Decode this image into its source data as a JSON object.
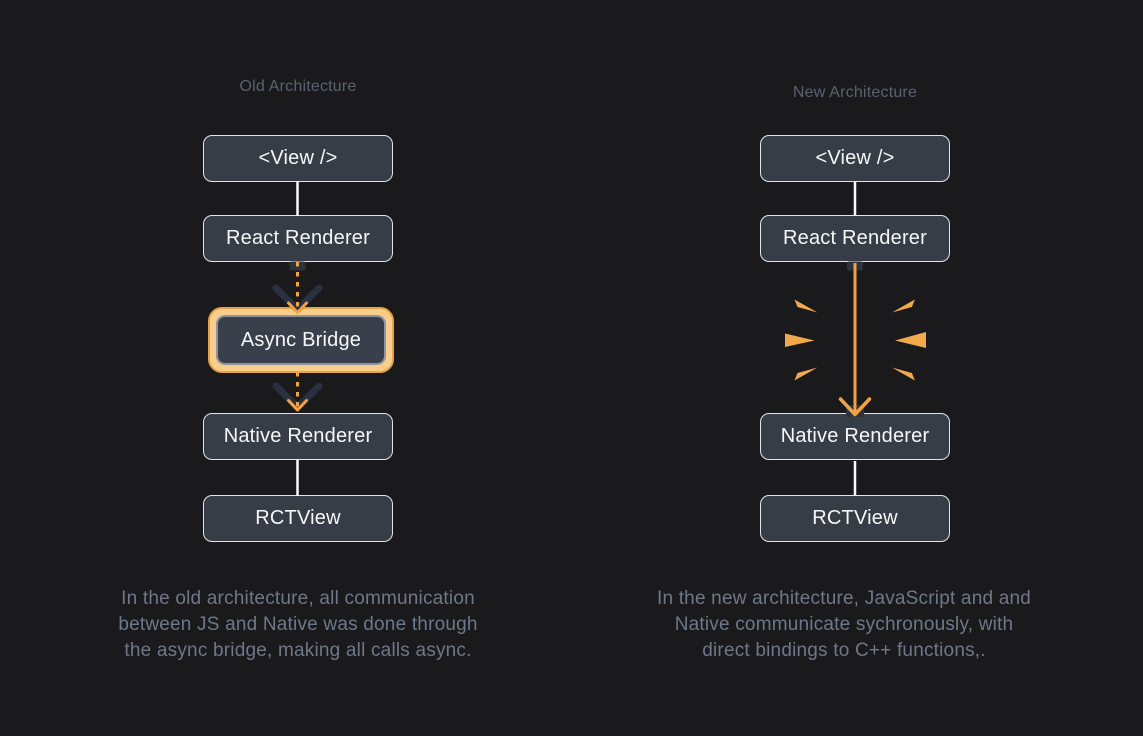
{
  "colors": {
    "background": "#1a1a1c",
    "box_fill": "#373d47",
    "box_border": "#e4e5e7",
    "box_text": "#f6f7f8",
    "title_text": "#5a6170",
    "caption_text": "#6f7888",
    "accent_orange": "#f0a342",
    "bridge_ring_fill": "#f9cd8b",
    "bridge_ring_border": "#e8a247",
    "bridge_inner_border": "#8f95a0",
    "dark_chevron": "#2a3040",
    "white_connector": "#fafafa",
    "spark_orange": "#f2a94c"
  },
  "old": {
    "title": "Old Architecture",
    "nodes": {
      "view": "<View />",
      "react": "React Renderer",
      "bridge": "Async Bridge",
      "native": "Native Renderer",
      "rctview": "RCTView"
    },
    "caption_lines": [
      "In the old architecture, all communication",
      "between JS and Native was done through",
      "the async bridge, making all calls async."
    ]
  },
  "new": {
    "title": "New Architecture",
    "nodes": {
      "view": "<View />",
      "react": "React Renderer",
      "native": "Native Renderer",
      "rctview": "RCTView"
    },
    "caption_lines": [
      "In the new architecture, JavaScript and and",
      "Native communicate sychronously, with",
      "direct bindings to C++ functions,."
    ]
  }
}
